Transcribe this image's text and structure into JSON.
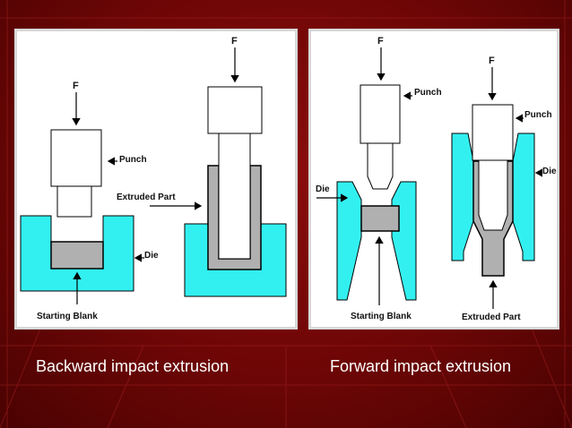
{
  "backward": {
    "force_label": "F",
    "punch_label": "Punch",
    "extruded_part_label": "Extruded Part",
    "die_label": "Die",
    "starting_blank_label": "Starting Blank",
    "caption": "Backward impact extrusion"
  },
  "forward": {
    "force_label": "F",
    "punch_label": "Punch",
    "die_label": "Die",
    "starting_blank_label": "Starting Blank",
    "extruded_part_label": "Extruded Part",
    "caption": "Forward impact extrusion"
  },
  "colors": {
    "background": "#6e0606",
    "die": "#33f0f0",
    "blank": "#b0b0b0",
    "punch": "#ffffff",
    "outline": "#000000"
  }
}
